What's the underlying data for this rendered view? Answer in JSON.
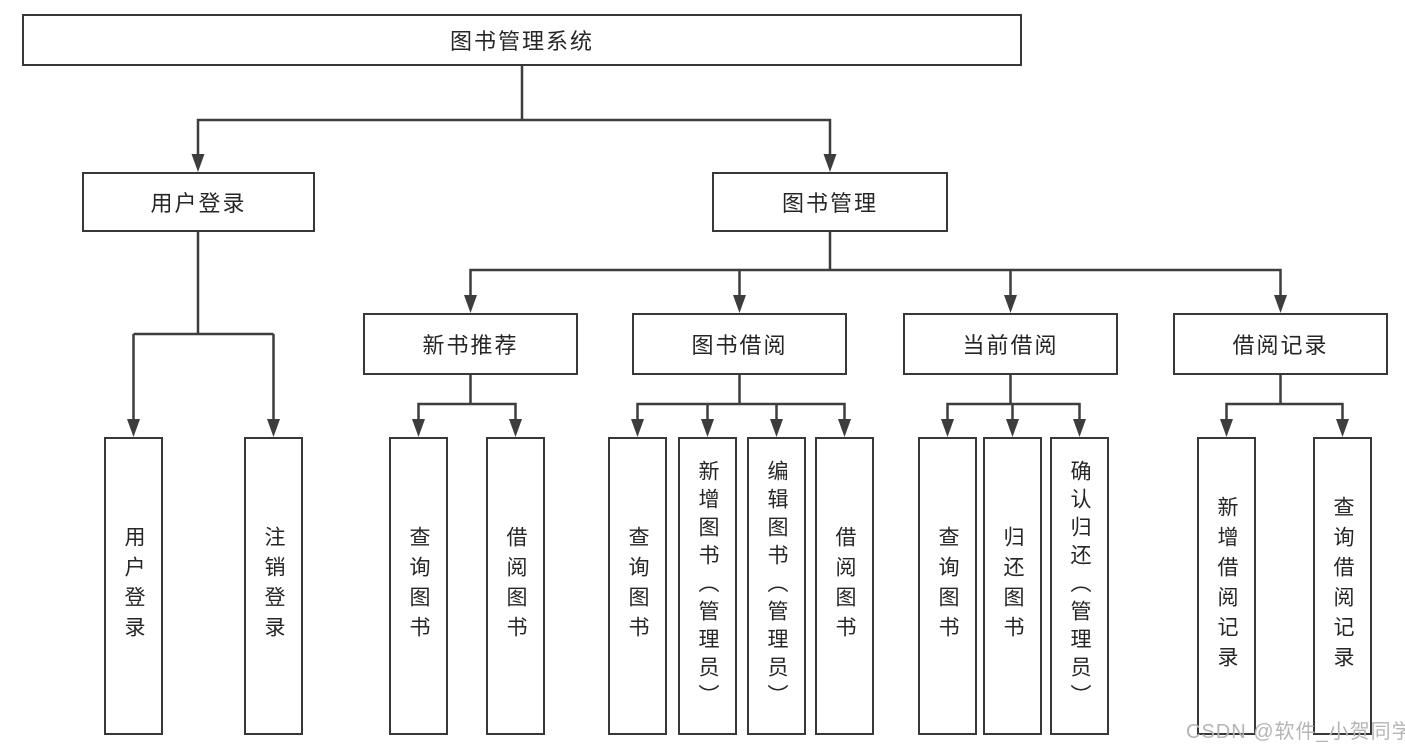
{
  "tree": {
    "root": {
      "label": "图书管理系统"
    },
    "branches": [
      {
        "label": "用户登录",
        "children": [
          {
            "label": "用户登录"
          },
          {
            "label": "注销登录"
          }
        ]
      },
      {
        "label": "图书管理",
        "children": [
          {
            "label": "新书推荐",
            "children": [
              {
                "label": "查询图书"
              },
              {
                "label": "借阅图书"
              }
            ]
          },
          {
            "label": "图书借阅",
            "children": [
              {
                "label": "查询图书"
              },
              {
                "label": "新增图书（管理员）"
              },
              {
                "label": "编辑图书（管理员）"
              },
              {
                "label": "借阅图书"
              }
            ]
          },
          {
            "label": "当前借阅",
            "children": [
              {
                "label": "查询图书"
              },
              {
                "label": "归还图书"
              },
              {
                "label": "确认归还（管理员）"
              }
            ]
          },
          {
            "label": "借阅记录",
            "children": [
              {
                "label": "新增借阅记录"
              },
              {
                "label": "查询借阅记录"
              }
            ]
          }
        ]
      }
    ]
  },
  "colors": {
    "line": "#3d3d3d",
    "box_border": "#383838",
    "text": "#262626",
    "watermark": "#b5b5b5"
  },
  "watermark": {
    "text": "CSDN @软件_小贺同学"
  }
}
